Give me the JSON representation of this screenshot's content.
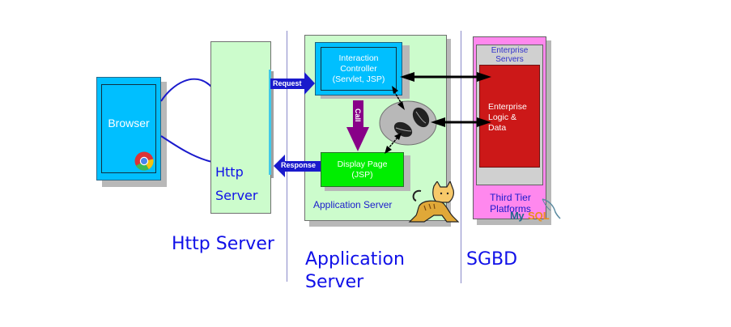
{
  "diagram": {
    "browser": {
      "label": "Browser",
      "icon": "chrome-icon"
    },
    "http_server_box": {
      "label_line1": "Http",
      "label_line2": "Server"
    },
    "arrows": {
      "request": "Request",
      "response": "Response",
      "call": "Call"
    },
    "app_server_box": {
      "interaction_controller": "Interaction\nController\n(Servlet, JSP)",
      "display_page": "Display Page\n(JSP)",
      "beans_icon": "coffee-beans-icon",
      "footer_label": "Application Server",
      "mascot_icon": "tomcat-icon"
    },
    "third_tier_box": {
      "header": "Enterprise\nServers",
      "core": "Enterprise\nLogic &\nData",
      "footer": "Third Tier\nPlatforms",
      "logo_icon": "mysql-icon",
      "logo_text_my": "My",
      "logo_text_sql": "SQL"
    },
    "column_titles": {
      "http": "Http Server",
      "app": "Application\nServer",
      "db": "SGBD"
    }
  },
  "colors": {
    "browser_blue": "#00bfff",
    "light_green": "#ccfccc",
    "controller_blue": "#00bfff",
    "display_green": "#00ee00",
    "pink": "#ff88ee",
    "dark_red": "#cc1818",
    "arrow_blue": "#1a1acc",
    "call_purple": "#880088",
    "title_blue": "#1010e8"
  }
}
